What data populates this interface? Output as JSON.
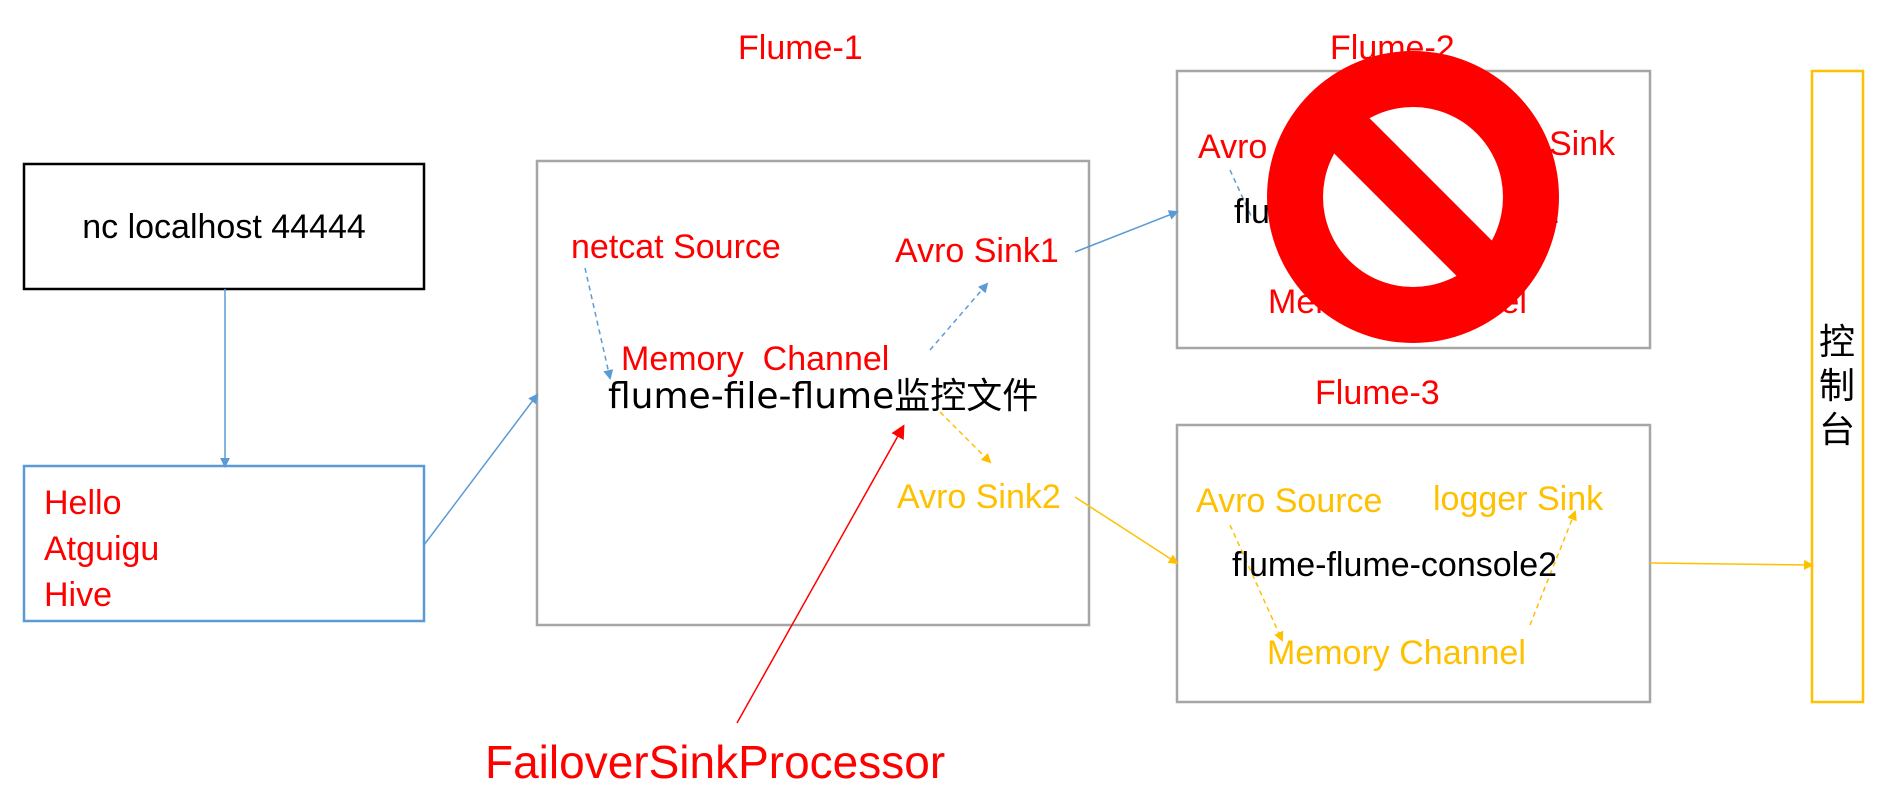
{
  "colors": {
    "red": "#ff0000",
    "orange": "#ffc000",
    "blue": "#5b9bd5",
    "gray": "#a6a6a6",
    "black": "#000000"
  },
  "nc_box": {
    "label": "nc localhost 44444"
  },
  "input_box": {
    "lines": [
      "Hello",
      "Atguigu",
      "Hive"
    ]
  },
  "flume1": {
    "title": "Flume-1",
    "source": "netcat Source",
    "channel": "Memory  Channel",
    "config": "flume-file-flume监控文件",
    "sink1": "Avro Sink1",
    "sink2": "Avro Sink2"
  },
  "flume2": {
    "title": "Flume-2",
    "source": "Avro Source",
    "sink": "logger Sink",
    "config": "flume-flume-console1",
    "channel": "Memory Channel",
    "overlay_icon": "prohibited-icon"
  },
  "flume3": {
    "title": "Flume-3",
    "source": "Avro Source",
    "sink": "logger Sink",
    "config": "flume-flume-console2",
    "channel": "Memory Channel"
  },
  "console": {
    "chars": [
      "控",
      "制",
      "台"
    ]
  },
  "processor_label": "FailoverSinkProcessor"
}
